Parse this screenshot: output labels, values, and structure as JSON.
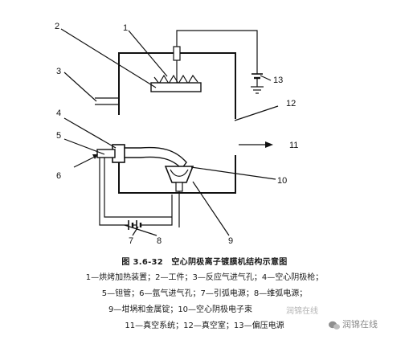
{
  "labels": {
    "n1": "1",
    "n2": "2",
    "n3": "3",
    "n4": "4",
    "n5": "5",
    "n6": "6",
    "n7": "7",
    "n8": "8",
    "n9": "9",
    "n10": "10",
    "n11": "11",
    "n12": "12",
    "n13": "13"
  },
  "caption": {
    "title": "图 3.6-32　空心阴极离子镀膜机结构示意图",
    "line1": "1—烘烤加热装置；2—工件；3—反应气进气孔；4—空心阴极枪；",
    "line2": "5—钽管；6—氩气进气孔；7—引弧电源；8—维弧电源；",
    "line3": "9—坩埚和金属锭；10—空心阴极电子束",
    "line4": "11—真空系统；12—真空室；13—偏压电源"
  },
  "watermark": {
    "faint": "润锦在线",
    "brand": "润锦在线"
  }
}
